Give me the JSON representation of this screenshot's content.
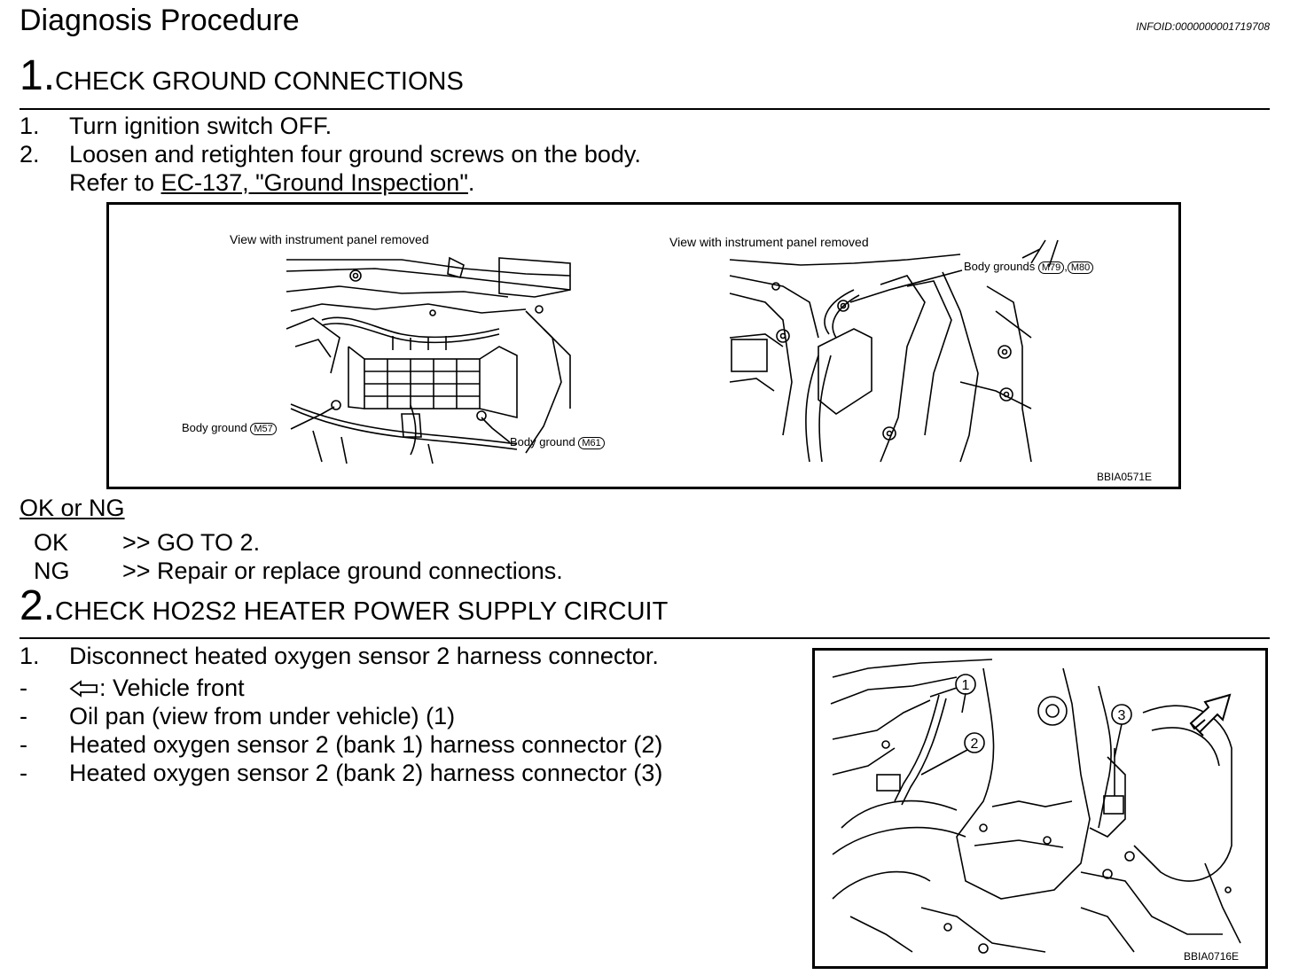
{
  "header": {
    "title": "Diagnosis Procedure",
    "infoid": "INFOID:0000000001719708"
  },
  "step1": {
    "number": "1.",
    "title": "CHECK GROUND CONNECTIONS",
    "items": [
      {
        "num": "1.",
        "text": "Turn ignition switch OFF."
      },
      {
        "num": "2.",
        "text": "Loosen and retighten four ground screws on the body."
      }
    ],
    "refer_prefix": "Refer to ",
    "refer_link": "EC-137, \"Ground Inspection\"",
    "refer_suffix": ".",
    "figure": {
      "left_caption": "View with instrument panel removed",
      "right_caption": "View with instrument panel removed",
      "label_m57": "Body ground",
      "conn_m57": "M57",
      "label_m61": "Body ground",
      "conn_m61": "M61",
      "label_grounds": "Body grounds",
      "conn_m79": "M79",
      "conn_m80": "M80",
      "code": "BBIA0571E"
    }
  },
  "okng": {
    "heading": "OK or NG",
    "rows": [
      {
        "key": "OK",
        "text": ">> GO TO 2."
      },
      {
        "key": "NG",
        "text": ">> Repair or replace ground connections."
      }
    ]
  },
  "step2": {
    "number": "2.",
    "title": "CHECK HO2S2 HEATER POWER SUPPLY CIRCUIT",
    "items": [
      {
        "num": "1.",
        "text": "Disconnect heated oxygen sensor 2 harness connector."
      },
      {
        "num": "-",
        "text": ": Vehicle front"
      },
      {
        "num": "-",
        "text": "Oil pan (view from under vehicle) (1)"
      },
      {
        "num": "-",
        "text": "Heated oxygen sensor 2 (bank 1) harness connector (2)"
      },
      {
        "num": "-",
        "text": "Heated oxygen sensor 2 (bank 2) harness connector (3)"
      }
    ],
    "figure": {
      "callout_1": "1",
      "callout_2": "2",
      "callout_3": "3",
      "code": "BBIA0716E"
    }
  }
}
